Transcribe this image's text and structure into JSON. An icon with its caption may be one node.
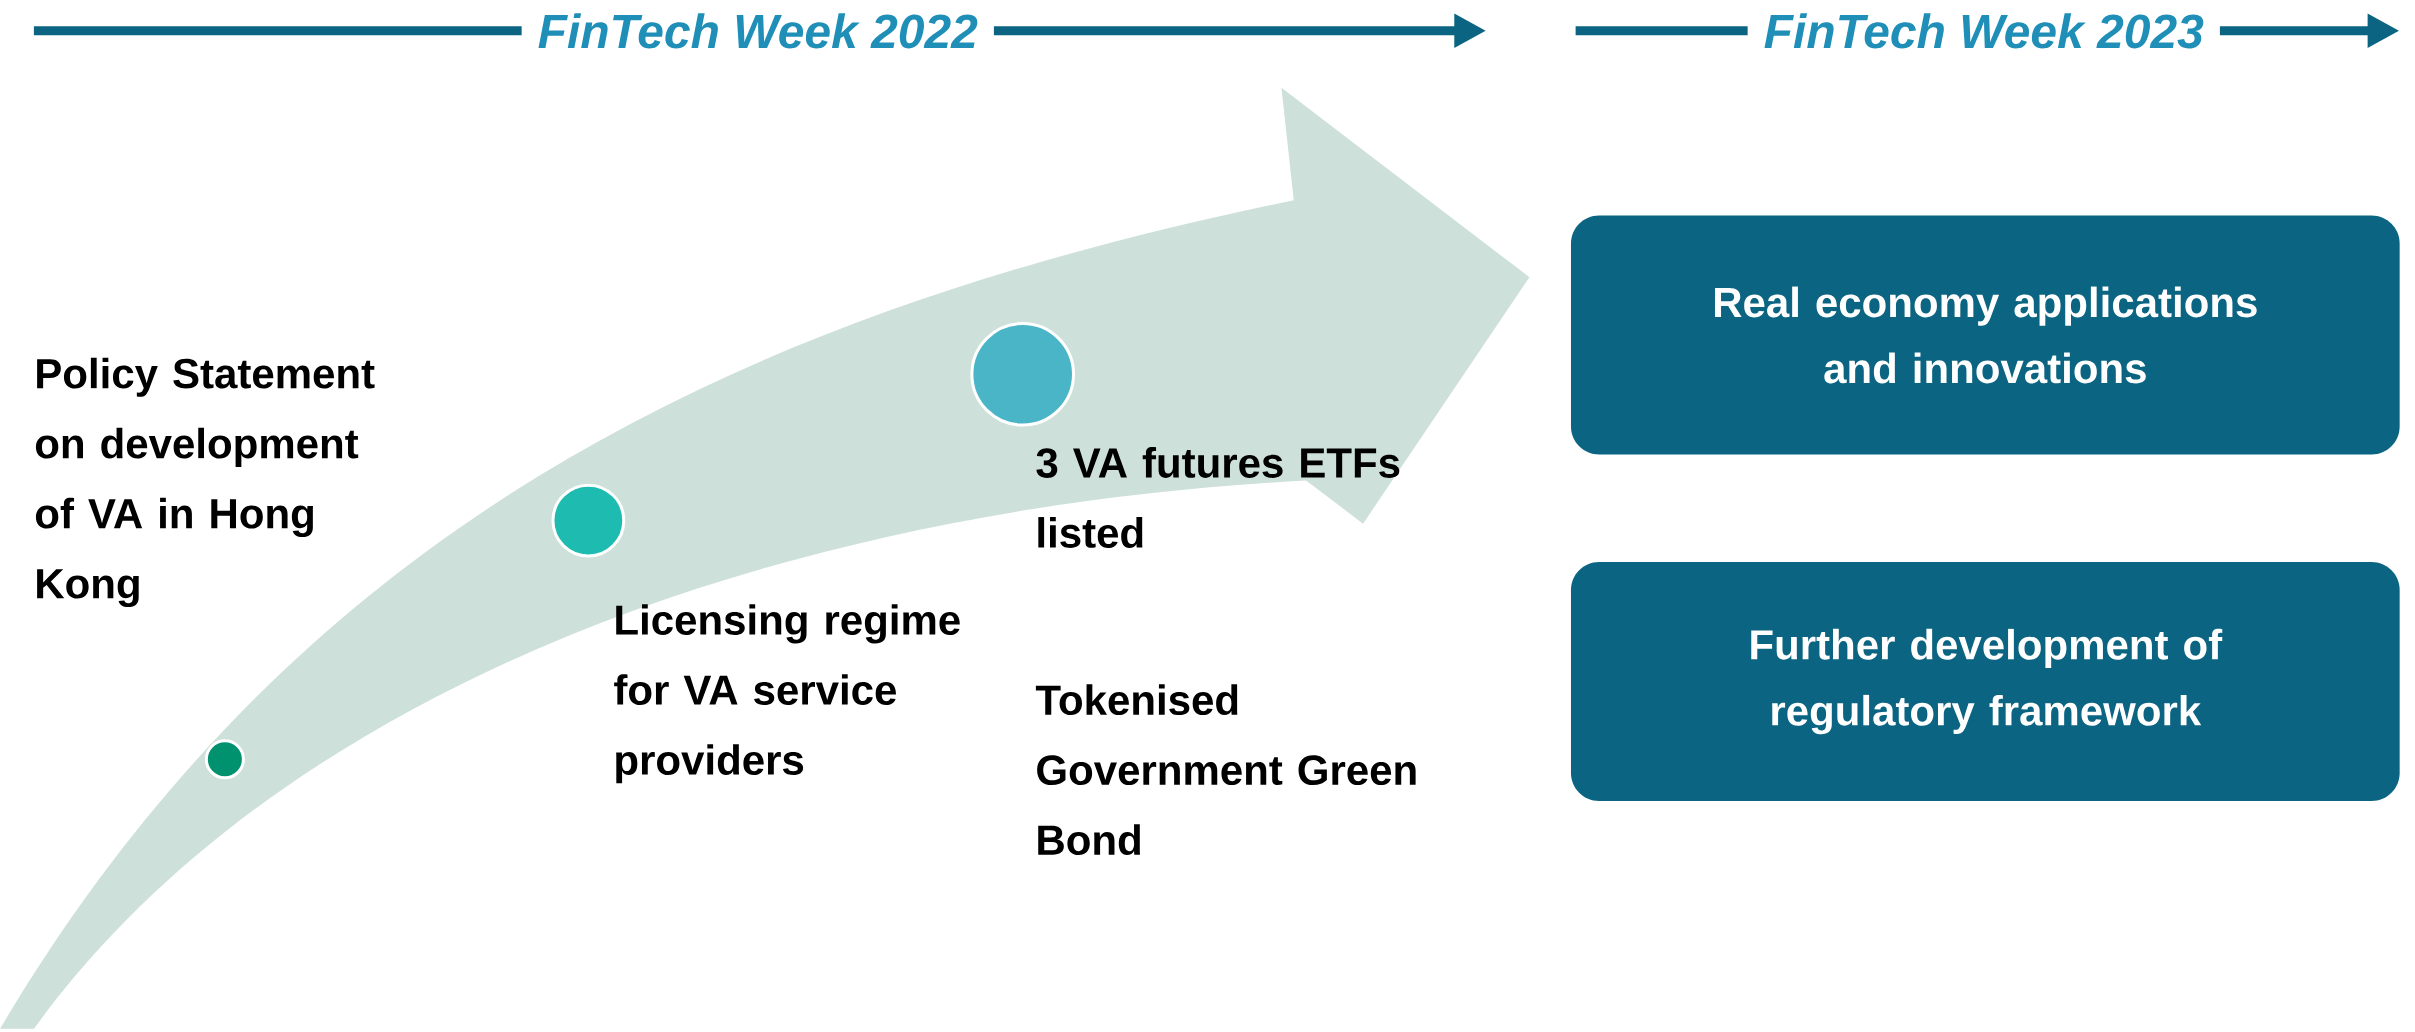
{
  "diagram": {
    "nodes": [
      {
        "text": [
          "Real economy applications and innovations"
        ]
      },
      {
        "text": [
          "Further development of regulatory framework"
        ]
      },
      {
        "text": [],
        "shape": "circle"
      },
      {
        "text": [],
        "shape": "circle"
      },
      {
        "text": [],
        "shape": "circle"
      }
    ],
    "labels": [
      "FinTech Week 2022",
      "FinTech Week 2023",
      "Policy Statement on development of VA in Hong Kong",
      "Licensing regime for VA service providers",
      "3 VA futures ETFs listed",
      "Tokenised Government Green Bond"
    ]
  }
}
